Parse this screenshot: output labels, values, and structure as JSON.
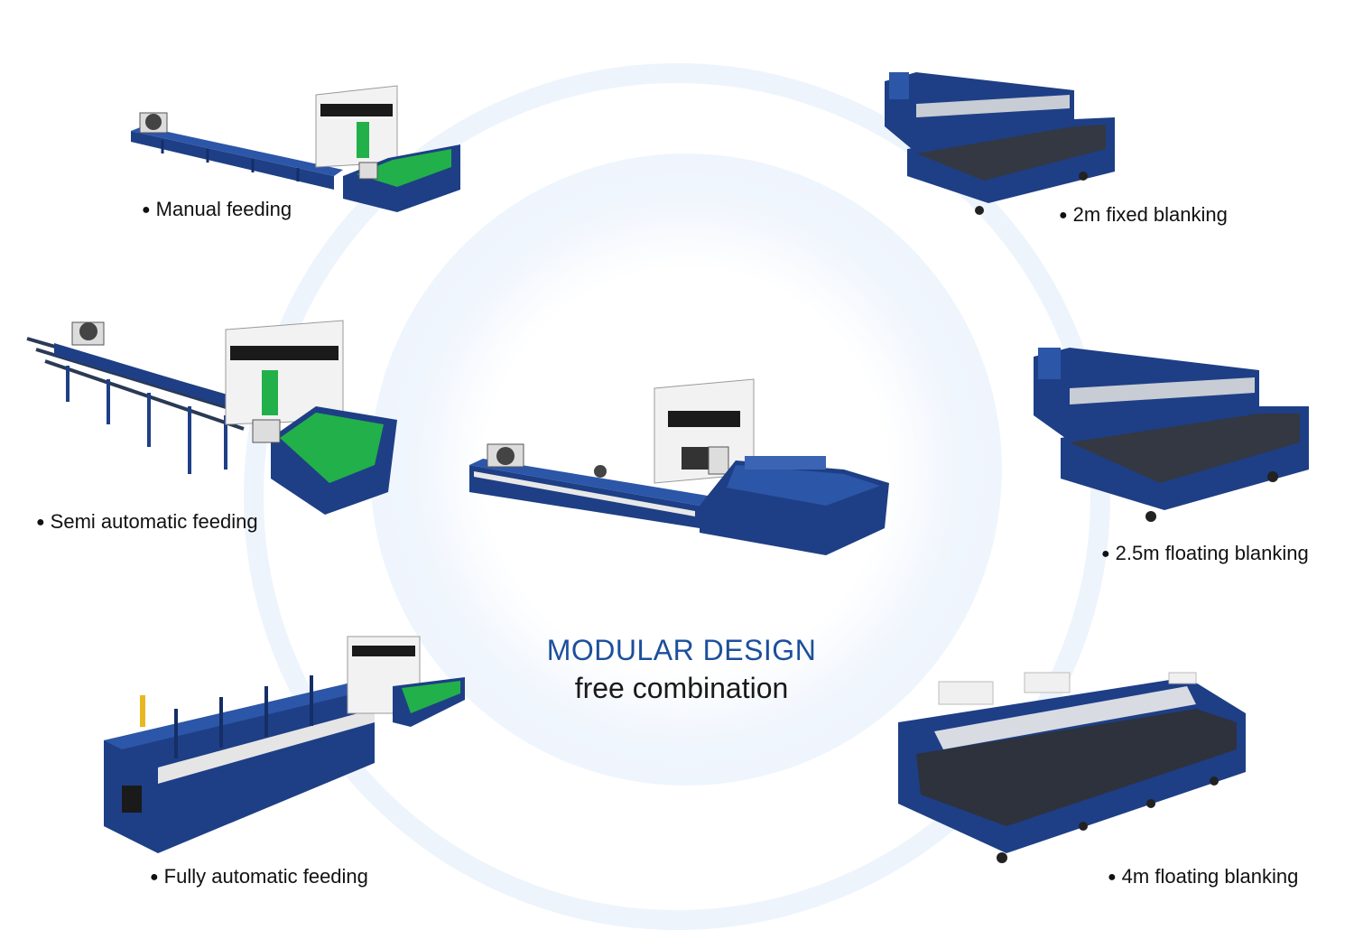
{
  "center": {
    "title": "MODULAR DESIGN",
    "subtitle": "free combination"
  },
  "options": {
    "manual_feeding": "Manual feeding",
    "semi_automatic_feeding": "Semi automatic feeding",
    "fully_automatic_feeding": "Fully automatic feeding",
    "fixed_blanking_2m": "2m fixed blanking",
    "floating_blanking_2_5m": "2.5m floating blanking",
    "floating_blanking_4m": "4m floating blanking"
  },
  "bullet": "●",
  "colors": {
    "machine_blue": "#1e3f86",
    "machine_blue_dark": "#152e66",
    "accent_green": "#22b04a",
    "title_blue": "#1c4f9c"
  }
}
